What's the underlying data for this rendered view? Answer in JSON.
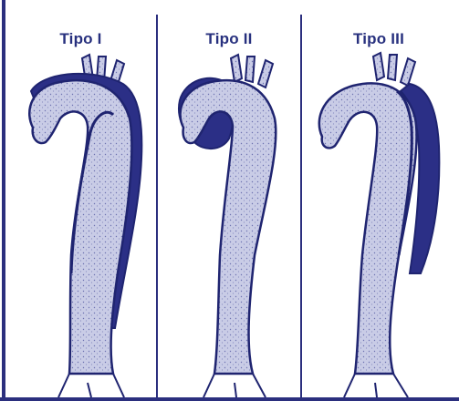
{
  "panels": [
    {
      "title": "Tipo I"
    },
    {
      "title": "Tipo II"
    },
    {
      "title": "Tipo III"
    }
  ],
  "colors": {
    "dark_blue": "#2b2f86",
    "lumen_fill": "#c9cce6",
    "outline": "#1f2470",
    "title": "#27307e"
  }
}
